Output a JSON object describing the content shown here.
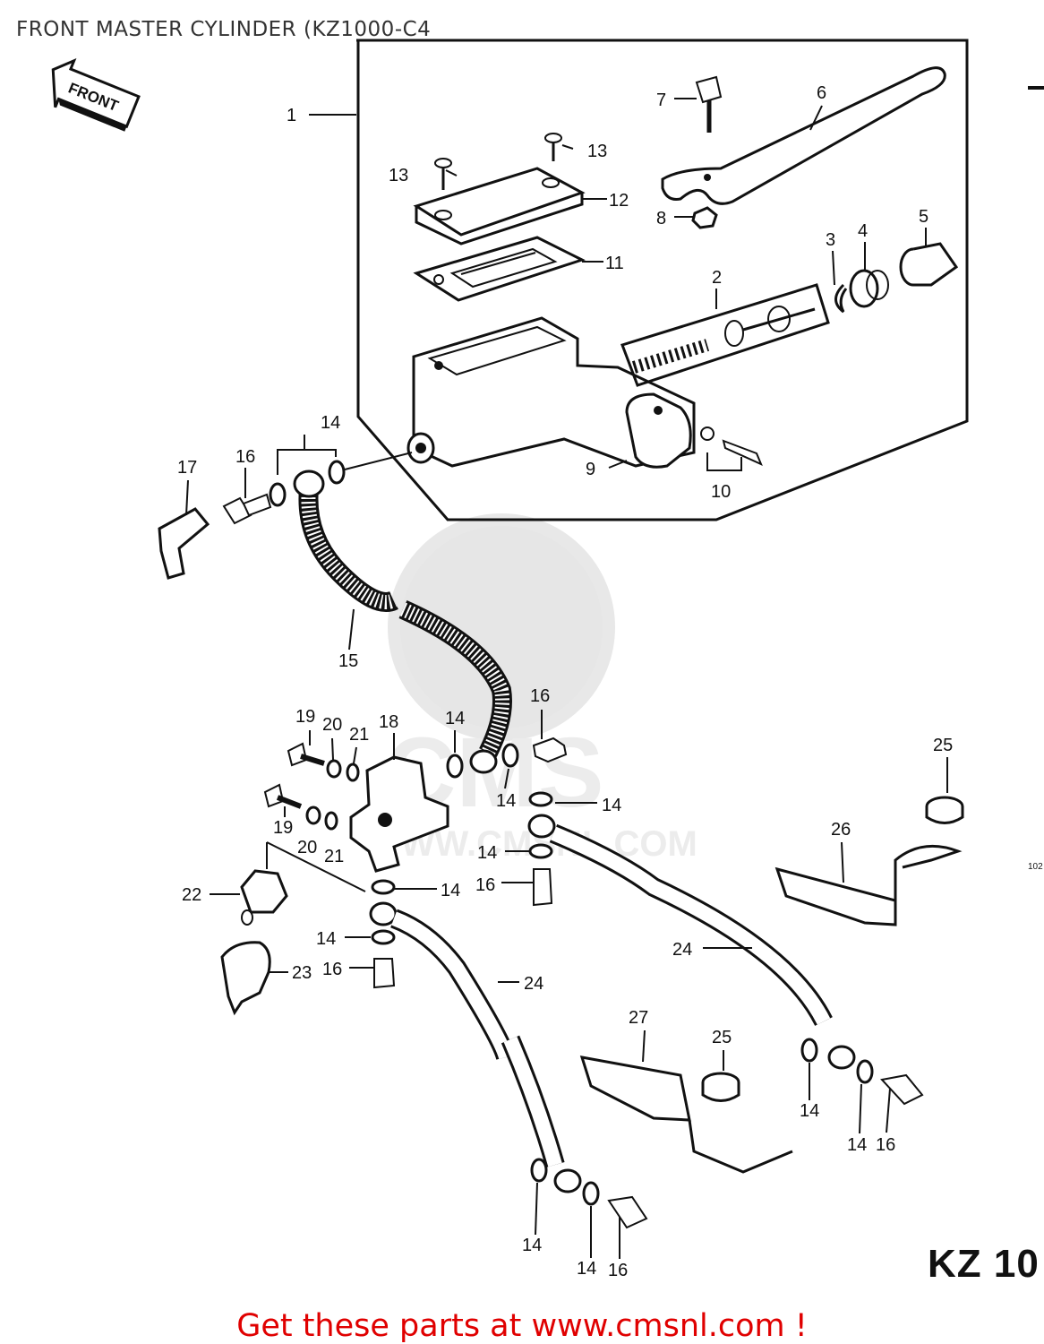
{
  "page": {
    "title": "FRONT MASTER CYLINDER (KZ1000-C4",
    "model_label": "KZ 10",
    "footer": "Get these parts at www.cmsnl.com !",
    "side_code": "102"
  },
  "direction_badge": {
    "text": "FRONT",
    "icon": "front-arrow-icon"
  },
  "watermark": {
    "brand": "CMS",
    "url": "WWW.CMSNL.COM"
  },
  "callouts": [
    {
      "id": "c1",
      "text": "1"
    },
    {
      "id": "c2",
      "text": "2"
    },
    {
      "id": "c3",
      "text": "3"
    },
    {
      "id": "c4",
      "text": "4"
    },
    {
      "id": "c5",
      "text": "5"
    },
    {
      "id": "c6",
      "text": "6"
    },
    {
      "id": "c7",
      "text": "7"
    },
    {
      "id": "c8",
      "text": "8"
    },
    {
      "id": "c9",
      "text": "9"
    },
    {
      "id": "c10",
      "text": "10"
    },
    {
      "id": "c11",
      "text": "11"
    },
    {
      "id": "c12",
      "text": "12"
    },
    {
      "id": "c13a",
      "text": "13"
    },
    {
      "id": "c13b",
      "text": "13"
    },
    {
      "id": "c14a",
      "text": "14"
    },
    {
      "id": "c14b",
      "text": "14"
    },
    {
      "id": "c14c",
      "text": "14"
    },
    {
      "id": "c14d",
      "text": "14"
    },
    {
      "id": "c14e",
      "text": "14"
    },
    {
      "id": "c14f",
      "text": "14"
    },
    {
      "id": "c14g",
      "text": "14"
    },
    {
      "id": "c14h",
      "text": "14"
    },
    {
      "id": "c14i",
      "text": "14"
    },
    {
      "id": "c14j",
      "text": "14"
    },
    {
      "id": "c14k",
      "text": "14"
    },
    {
      "id": "c15",
      "text": "15"
    },
    {
      "id": "c16a",
      "text": "16"
    },
    {
      "id": "c16b",
      "text": "16"
    },
    {
      "id": "c16c",
      "text": "16"
    },
    {
      "id": "c16d",
      "text": "16"
    },
    {
      "id": "c16e",
      "text": "16"
    },
    {
      "id": "c16f",
      "text": "16"
    },
    {
      "id": "c17",
      "text": "17"
    },
    {
      "id": "c18",
      "text": "18"
    },
    {
      "id": "c19a",
      "text": "19"
    },
    {
      "id": "c19b",
      "text": "19"
    },
    {
      "id": "c20a",
      "text": "20"
    },
    {
      "id": "c20b",
      "text": "20"
    },
    {
      "id": "c21a",
      "text": "21"
    },
    {
      "id": "c21b",
      "text": "21"
    },
    {
      "id": "c22",
      "text": "22"
    },
    {
      "id": "c23",
      "text": "23"
    },
    {
      "id": "c24a",
      "text": "24"
    },
    {
      "id": "c24b",
      "text": "24"
    },
    {
      "id": "c25a",
      "text": "25"
    },
    {
      "id": "c25b",
      "text": "25"
    },
    {
      "id": "c26",
      "text": "26"
    },
    {
      "id": "c27",
      "text": "27"
    }
  ]
}
